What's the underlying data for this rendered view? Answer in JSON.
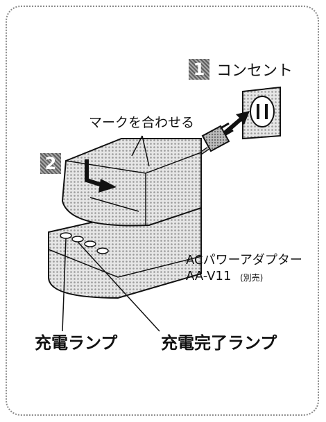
{
  "steps": {
    "one": "1",
    "two": "2"
  },
  "labels": {
    "outlet": "コンセント",
    "align_marks": "マークを合わせる",
    "adapter_name": "ACパワーアダプター",
    "model": "AA-V11",
    "sold_separately": "(別売)",
    "charge_lamp": "充電ランプ",
    "charge_complete_lamp": "充電完了ランプ"
  },
  "colors": {
    "body": "#d9d9d9",
    "stroke": "#111111",
    "step_bg": "#7d7d7d"
  },
  "icons": {
    "outlet": "wall-outlet-icon",
    "plug": "power-plug-icon",
    "arrow": "insert-arrow-icon"
  }
}
